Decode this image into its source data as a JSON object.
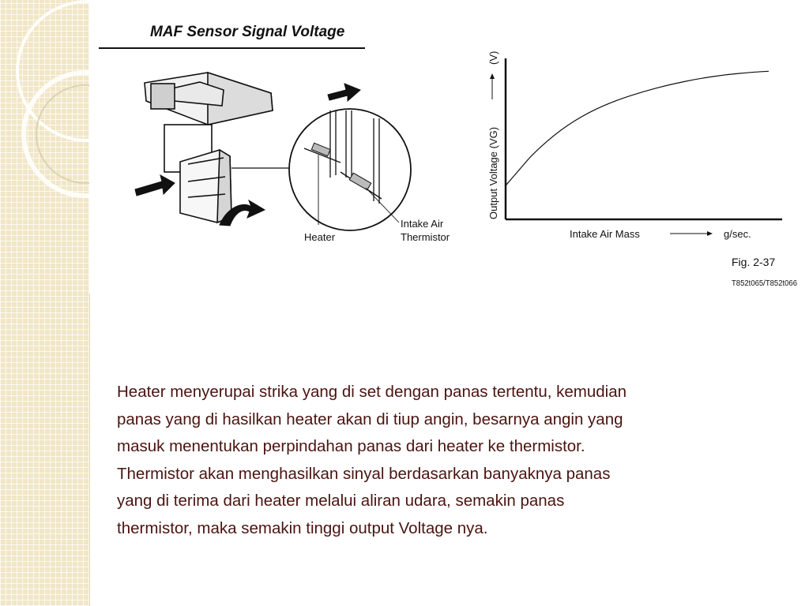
{
  "figure": {
    "title": "MAF Sensor Signal Voltage",
    "callout_labels": {
      "heater": "Heater",
      "thermistor_line1": "Intake Air",
      "thermistor_line2": "Thermistor"
    },
    "fig_number": "Fig. 2-37",
    "fig_code": "T852t065/T852t066"
  },
  "chart_data": {
    "type": "line",
    "ylabel": "Output Voltage (VG)",
    "ylabel_unit": "(V)",
    "xlabel": "Intake Air Mass",
    "xlabel_unit": "g/sec.",
    "grid": false,
    "series": [
      {
        "x": [
          0,
          0.05,
          0.1,
          0.2,
          0.3,
          0.4,
          0.5,
          0.6,
          0.7,
          0.8,
          0.9,
          0.95
        ],
        "y": [
          0.21,
          0.31,
          0.41,
          0.56,
          0.665,
          0.74,
          0.795,
          0.84,
          0.875,
          0.9,
          0.915,
          0.92
        ]
      }
    ],
    "xlim": [
      0,
      1
    ],
    "ylim": [
      0,
      1
    ]
  },
  "paragraph": {
    "lines": [
      "Heater menyerupai strika yang di set dengan panas tertentu, kemudian",
      "panas yang di hasilkan heater akan di tiup angin, besarnya angin yang",
      "masuk menentukan perpindahan panas dari heater ke thermistor.",
      "Thermistor akan menghasilkan sinyal berdasarkan banyaknya panas",
      "yang di terima dari heater melalui aliran udara, semakin panas",
      "thermistor, maka semakin tinggi output Voltage nya."
    ]
  }
}
